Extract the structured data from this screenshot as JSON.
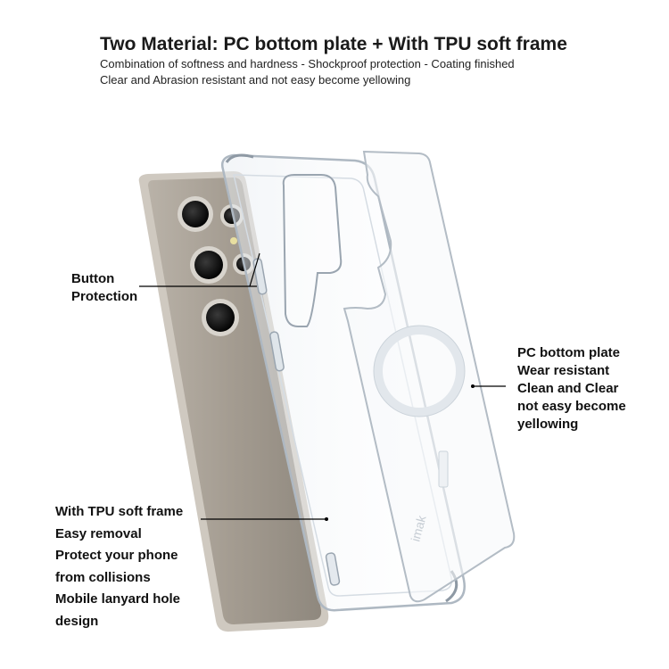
{
  "header": {
    "title": "Two Material:  PC bottom plate + With TPU soft frame",
    "line1": "Combination of softness and hardness - Shockproof protection - Coating finished",
    "line2": "Clear and Abrasion resistant and not easy become yellowing"
  },
  "callouts": {
    "button": [
      "Button",
      "Protection"
    ],
    "pc_plate": [
      "PC bottom plate",
      "Wear resistant",
      "Clean and Clear",
      "not easy become",
      "yellowing"
    ],
    "tpu_frame": [
      "With TPU soft frame",
      "Easy removal",
      "Protect your phone",
      "from collisions",
      "Mobile lanyard hole",
      "design"
    ]
  },
  "plate_logo": "imak",
  "colors": {
    "phone_body": "#a9a196",
    "phone_frame": "#c9c3ba",
    "lens": "#111111",
    "case_edge": "#bfc7cf",
    "magsafe_ring": "#e9edf1",
    "leader_line": "#000000"
  }
}
